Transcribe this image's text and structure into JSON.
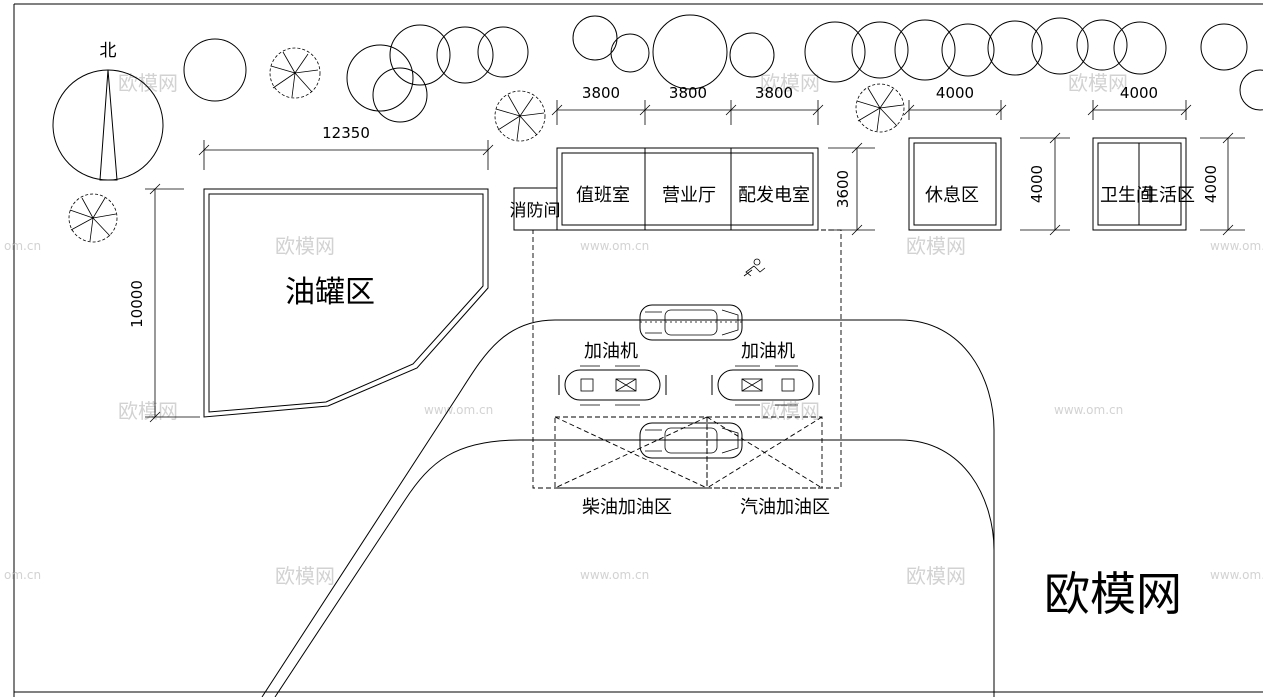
{
  "north_label": "北",
  "zones": {
    "tank": "油罐区",
    "fire": "消防间",
    "duty": "值班室",
    "hall": "营业厅",
    "power": "配发电室",
    "rest": "休息区",
    "wc": "卫生间",
    "living": "生活区",
    "dispenser_left": "加油机",
    "dispenser_right": "加油机",
    "diesel": "柴油加油区",
    "gasoline": "汽油加油区"
  },
  "dimensions": {
    "tank_width": "12350",
    "tank_height": "10000",
    "bay1": "3800",
    "bay2": "3800",
    "bay3": "3800",
    "building_depth": "3600",
    "rest_width": "4000",
    "rest_height": "4000",
    "wc_width": "4000",
    "wc_height": "4000"
  },
  "watermark": {
    "big": "欧模网",
    "small": "欧模网",
    "url": "www.om.cn",
    "url_edge": "om.cn"
  }
}
